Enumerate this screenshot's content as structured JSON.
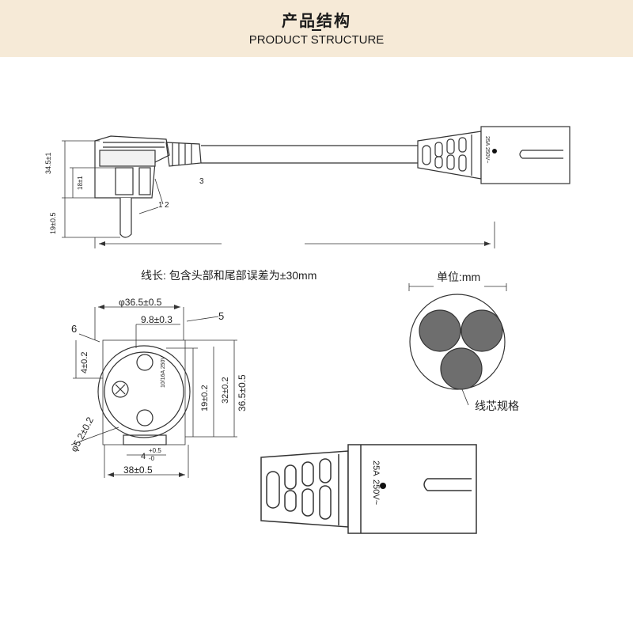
{
  "header": {
    "title_cn": "产品结构",
    "title_en": "PRODUCT STRUCTURE"
  },
  "side_view": {
    "dim_overall_height": "34.5±1",
    "dim_pin_section": "18±1",
    "dim_pin_length": "19±0.5",
    "callout_1": "1",
    "callout_2": "2",
    "callout_3": "3",
    "connector_rating": "25A 250V~"
  },
  "notes": {
    "cable_length": "线长: 包含头部和尾部误差为±30mm",
    "unit": "单位:mm",
    "core_spec": "线芯规格"
  },
  "front_view": {
    "dim_width": "φ36.5±0.5",
    "dim_offset": "9.8±0.3",
    "dim_top": "4±0.2",
    "dim_hole": "φ5.2±0.2",
    "dim_height_inner": "19±0.2",
    "dim_height_mid": "32±0.2",
    "dim_height_total": "36.5±0.5",
    "dim_bottom": "4",
    "dim_bottom_tol_plus": "+0.5",
    "dim_bottom_tol_minus": "-0",
    "dim_base": "38±0.5",
    "callout_5": "5",
    "callout_6": "6",
    "plug_rating": "10/16A 250V"
  },
  "connector_detail": {
    "rating_current": "25A",
    "rating_voltage": "250V~"
  },
  "colors": {
    "header_bg": "#f6ead7",
    "line": "#333333",
    "core_fill": "#6e6e6e"
  }
}
